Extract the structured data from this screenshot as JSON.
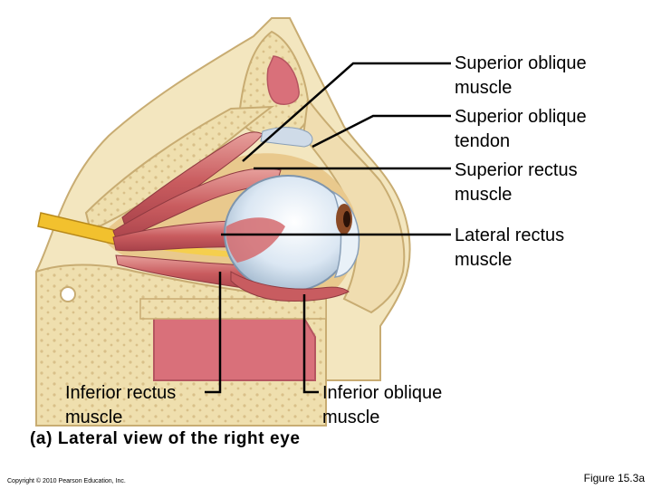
{
  "labels": {
    "superior_oblique_muscle": "Superior oblique\nmuscle",
    "superior_oblique_tendon": "Superior oblique\ntendon",
    "superior_rectus": "Superior rectus\nmuscle",
    "lateral_rectus": "Lateral rectus\nmuscle",
    "inferior_rectus": "Inferior rectus\nmuscle",
    "inferior_oblique": "Inferior oblique\nmuscle"
  },
  "caption": "(a) Lateral view of the right eye",
  "copyright": "Copyright © 2010 Pearson Education, Inc.",
  "figure_number": "Figure 15.3a",
  "colors": {
    "bone": "#eedcaa",
    "bone_edge": "#c8ac72",
    "sinus": "#d9707a",
    "muscle": "#c9595e",
    "muscle_light": "#e89a98",
    "sclera": "#d8e6f2",
    "iris": "#8a4a26",
    "optic_nerve": "#f2c12e"
  }
}
